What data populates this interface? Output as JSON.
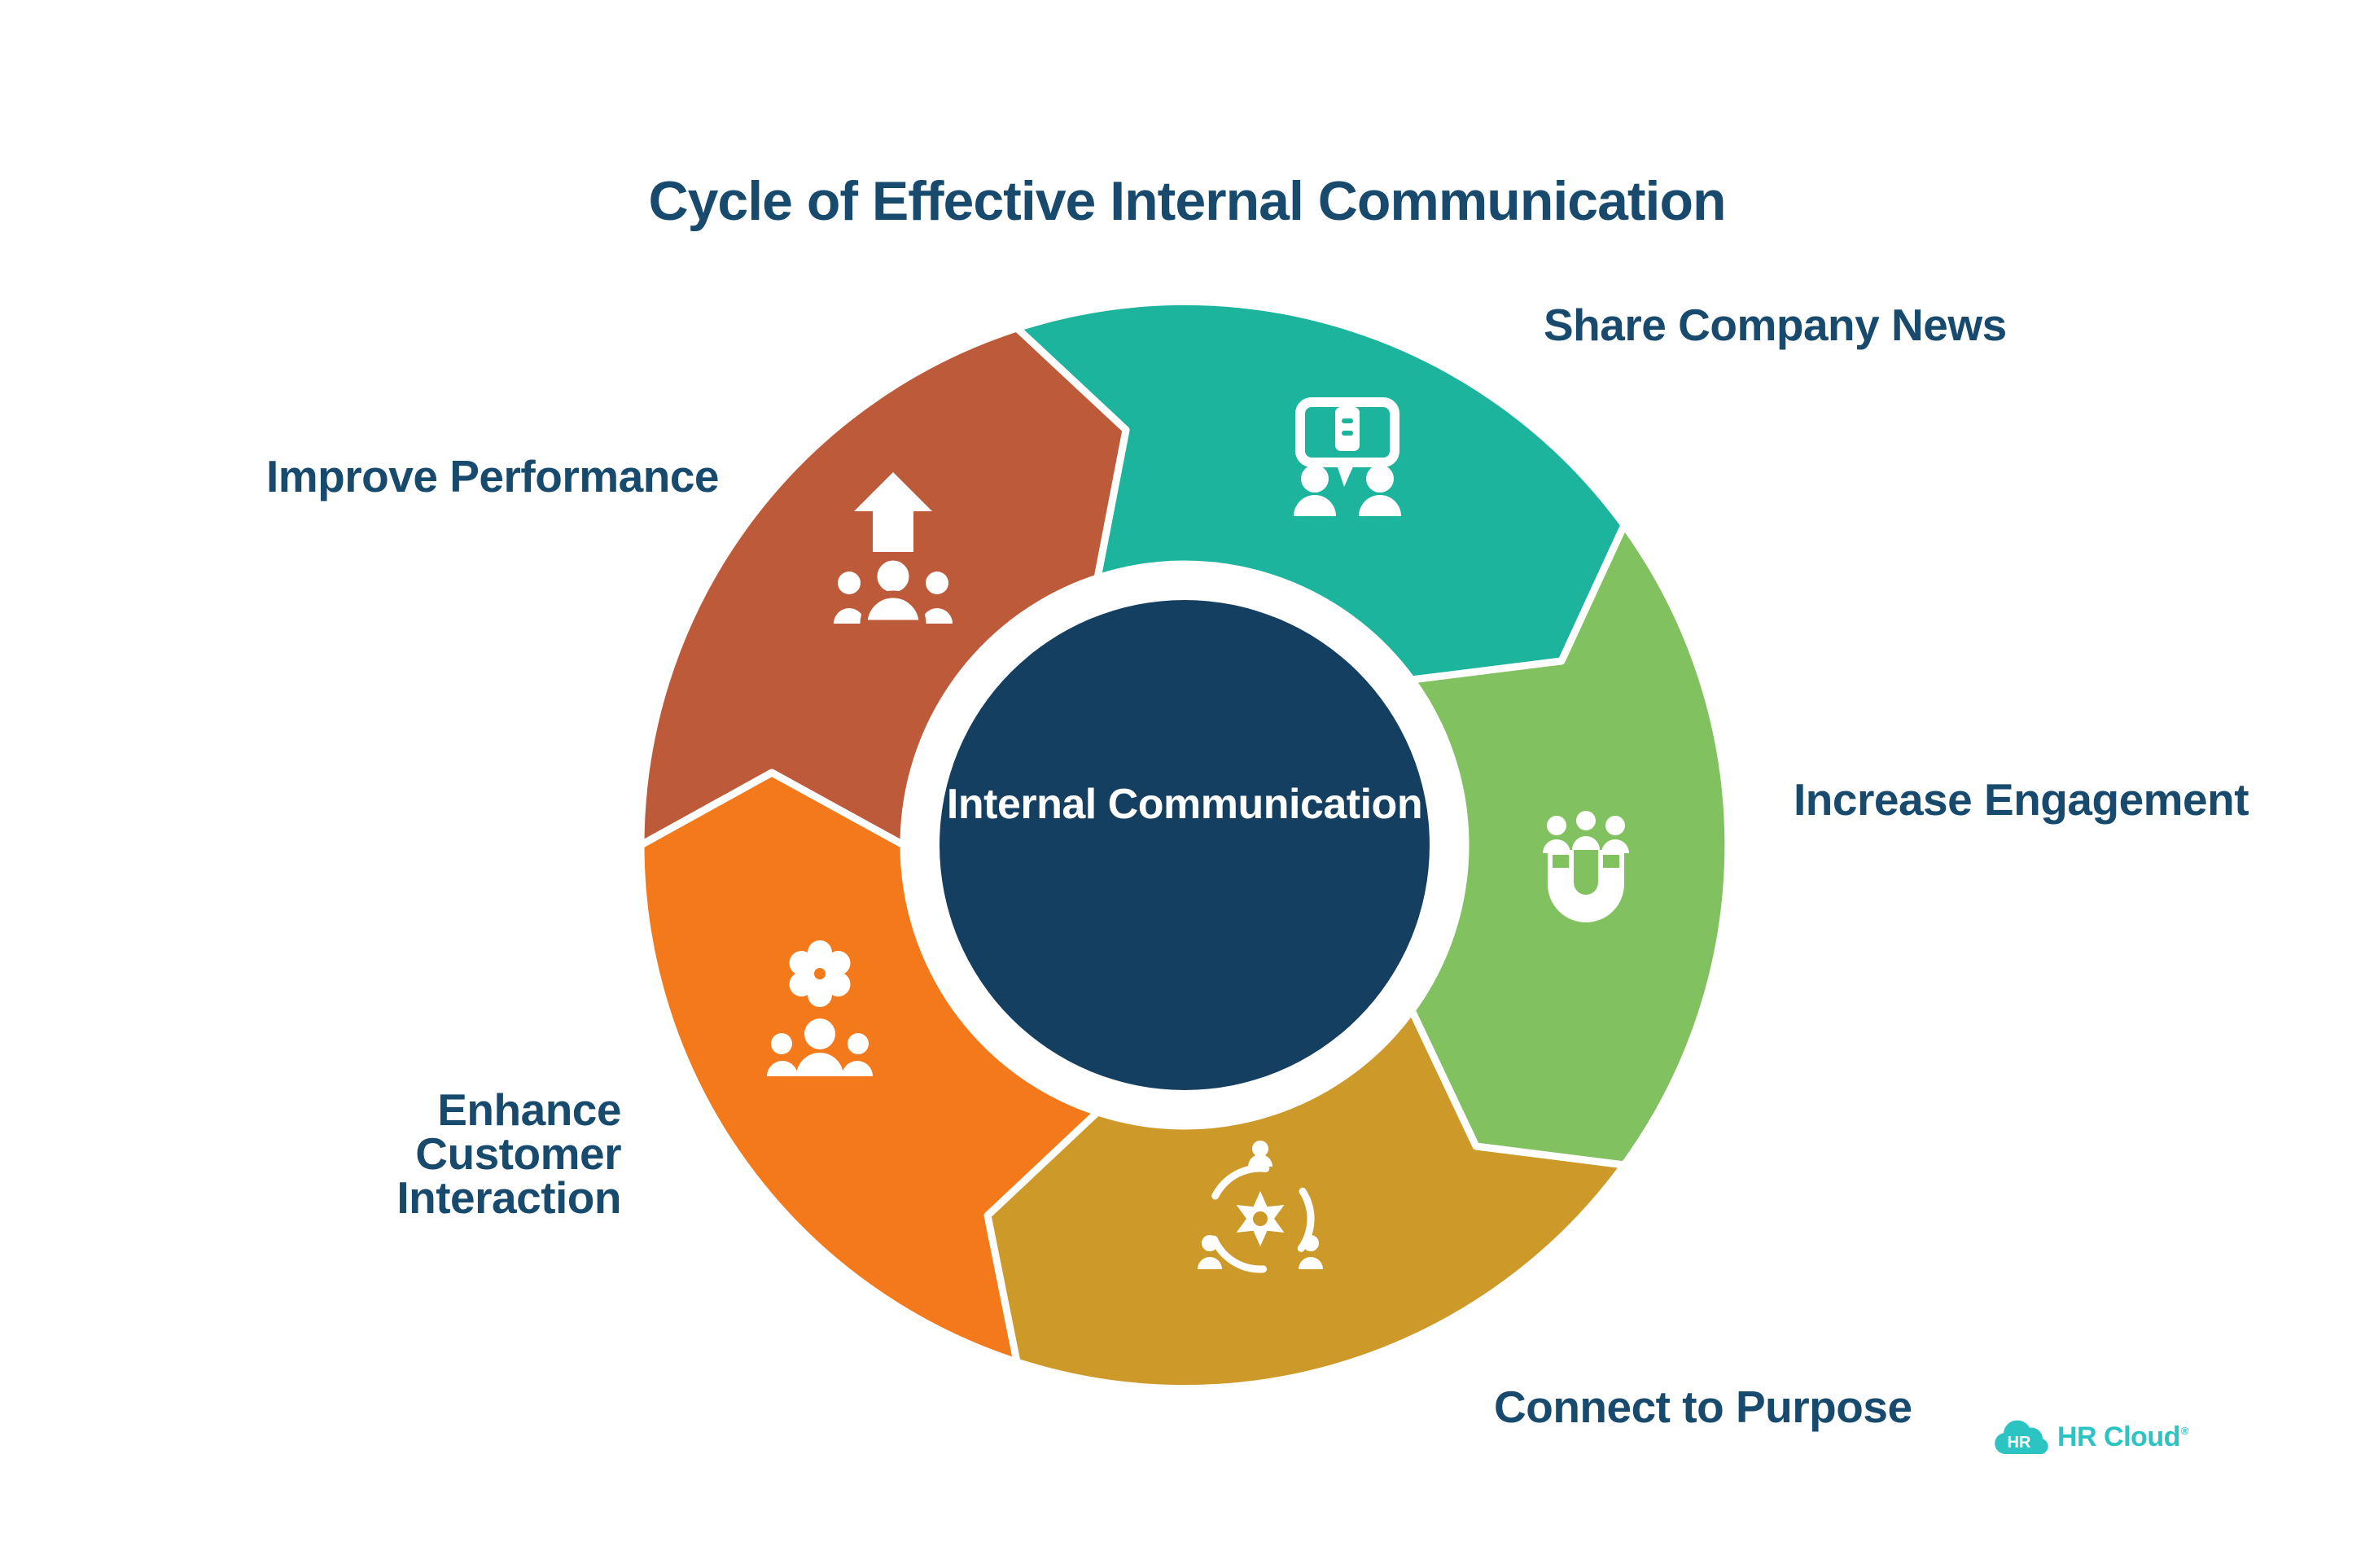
{
  "title": "Cycle of Effective Internal Communication",
  "center": {
    "label": "Internal Communication",
    "color": "#153f60",
    "text_color": "#ffffff"
  },
  "heading_color": "#174a6d",
  "background_color": "#ffffff",
  "flow": "clockwise",
  "segments": [
    {
      "name": "share-company-news",
      "label": "Share Company News",
      "color": "#1db49d",
      "icon": "people-conversation-icon"
    },
    {
      "name": "increase-engagement",
      "label": "Increase Engagement",
      "color": "#81c160",
      "icon": "magnet-attract-icon"
    },
    {
      "name": "connect-to-purpose",
      "label": "Connect to Purpose",
      "color": "#cd9929",
      "icon": "people-network-gear-icon"
    },
    {
      "name": "enhance-customer-interaction",
      "label": "Enhance Customer Interaction",
      "label_line1": "Enhance Customer",
      "label_line2": "Interaction",
      "color": "#f4791a",
      "icon": "flower-team-icon"
    },
    {
      "name": "improve-performance",
      "label": "Improve Performance",
      "color": "#bd5a3a",
      "icon": "growth-arrow-people-icon"
    }
  ],
  "logo": {
    "badge": "HR",
    "name": "HR Cloud",
    "trademark": "®",
    "color": "#2bc4c3"
  }
}
